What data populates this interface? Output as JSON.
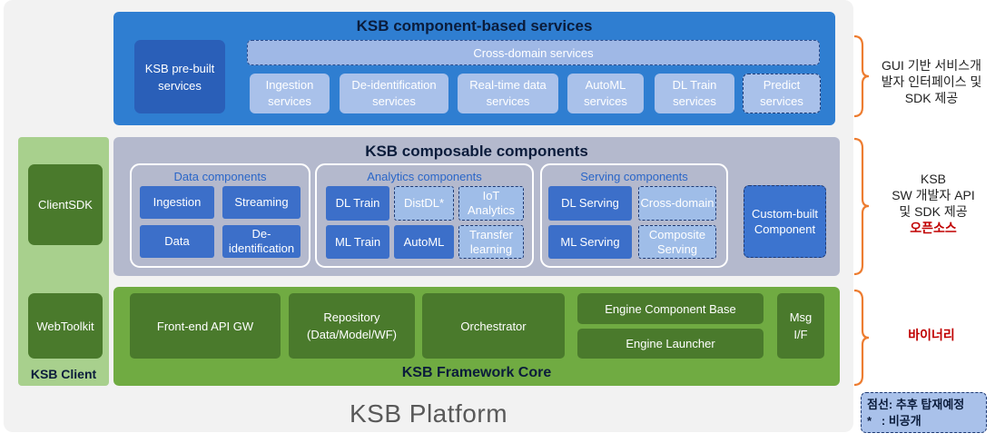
{
  "platform_title": "KSB Platform",
  "services": {
    "title": "KSB component-based  services",
    "prebuilt": "KSB pre-built services",
    "cross_domain": "Cross-domain services",
    "items": [
      "Ingestion services",
      "De-identification services",
      "Real-time data services",
      "AutoML services",
      "DL Train services",
      "Predict services"
    ]
  },
  "composable": {
    "title": "KSB composable components",
    "data": {
      "label": "Data components",
      "items": [
        "Ingestion",
        "Streaming",
        "Data",
        "De-identification"
      ]
    },
    "analytics": {
      "label": "Analytics components",
      "items": [
        "DL Train",
        "DistDL*",
        "IoT Analytics",
        "ML Train",
        "AutoML",
        "Transfer learning"
      ]
    },
    "serving": {
      "label": "Serving components",
      "items": [
        "DL Serving",
        "Cross-domain",
        "ML Serving",
        "Composite Serving"
      ]
    },
    "custom": "Custom-built Component"
  },
  "core": {
    "title": "KSB Framework Core",
    "frontend": "Front-end API GW",
    "repository": "Repository (Data/Model/WF)",
    "orchestrator": "Orchestrator",
    "engine_base": "Engine Component  Base",
    "engine_launcher": "Engine Launcher",
    "msg": "Msg I/F"
  },
  "client": {
    "title": "KSB Client",
    "sdk": "ClientSDK",
    "webtoolkit": "WebToolkit"
  },
  "notes": {
    "gui": "GUI 기반 서비스개발자 인터페이스 및 SDK 제공",
    "sw_line1": "KSB",
    "sw_line2": "SW 개발자 API",
    "sw_line3": "및 SDK 제공",
    "sw_red": "오픈소스",
    "binary": "바이너리"
  },
  "legend": {
    "line1": "점선: 추후 탑재예정",
    "line2": "*   : 비공개"
  },
  "colors": {
    "services_blue": "#2f7ed1",
    "composable_gray": "#b4b9cd",
    "core_green": "#70ab42",
    "client_green": "#a8d08d",
    "brace_orange": "#ed7d31",
    "accent_red": "#c00000"
  }
}
